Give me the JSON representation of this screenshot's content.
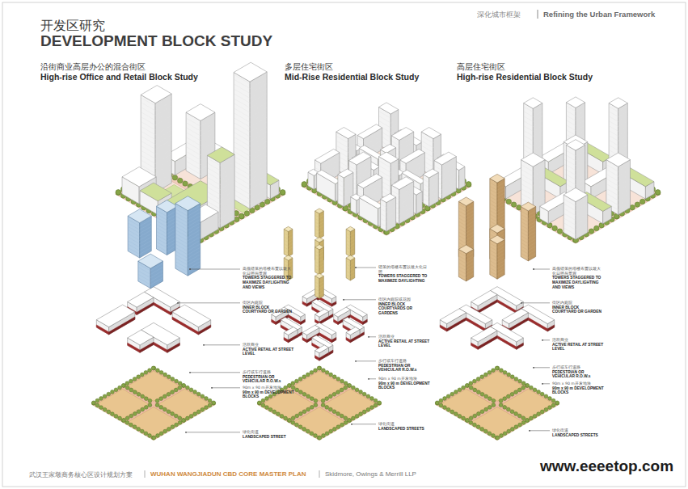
{
  "diagram": {
    "title": "DEVELOPMENT BLOCK STUDY",
    "labels": [
      "深化城市框架",
      "Refining the Urban Framework",
      "开发区研究",
      "沿街商业高层办公的混合街区",
      "High-rise Office and Retail Block Study",
      "多层住宅街区",
      "Mid-Rise Residential Block Study",
      "高层住宅街区",
      "High-rise Residential Block Study",
      "高低错落的塔楼布置以最大化日照与景观",
      "TOWERS STAGGERED TO MAXIMIZE DAYLIGHTING AND VIEWS",
      "街区内庭院",
      "INNER BLOCK COURTYARD OR GARDEN",
      "活跃商业",
      "ACTIVE RETAIL AT STREET LEVEL",
      "步行或车行道路",
      "PEDESTRIAN OR VEHICULAR R.O.W.s",
      "90m x 90 m开发地块",
      "90m x 90 m DEVELOPMENT BLOCKS",
      "绿化街道",
      "LANDSCAPED STREET",
      "错落的塔楼布置以最大化日照",
      "TOWERS STAGGERED TO MAXIMIZE DAYLIGHTING",
      "街区内庭院或花园",
      "INNER BLOCK COURTYARDS OR GARDENS",
      "活跃商业",
      "ACTIVE RETAIL AT STREET LEVEL",
      "步行或车行道路",
      "PEDESTRIAN OR VEHICULAR R.O.W.s",
      "90m x 90 m开发地块",
      "90m x 90 m DEVELOPMENT BLOCKS",
      "绿化街道",
      "LANDSCAPED STREETS",
      "高低错落的塔楼布置以最大化日照与景观",
      "TOWERS STAGGERED TO MAXIMIZE DAYLIGHTING AND VIEWS",
      "街区内庭院",
      "INNER BLOCK COURTYARD OR GARDEN",
      "活跃商业",
      "ACTIVE RETAIL AT STREET LEVEL",
      "步行或车行道路",
      "PEDESTRIAN OR VEHICULAR R.O.W.s",
      "90m x 90 m开发地块",
      "90m x 90 m DEVELOPMENT BLOCKS",
      "绿化街道",
      "LANDSCAPED STREETS",
      "武汉王家墩商务核心区设计规划方案",
      "WUHAN WANGJIADUN CBD CORE MASTER PLAN",
      "Skidmore, Owings & Merrill LLP",
      "www.eeeetop.com"
    ]
  }
}
